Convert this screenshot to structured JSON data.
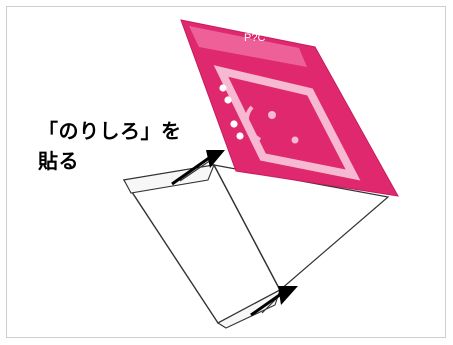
{
  "instruction": {
    "line1": "「のりしろ」を",
    "line2": "貼る"
  },
  "card": {
    "tab_label": "P?C",
    "color": "#e0286f"
  }
}
